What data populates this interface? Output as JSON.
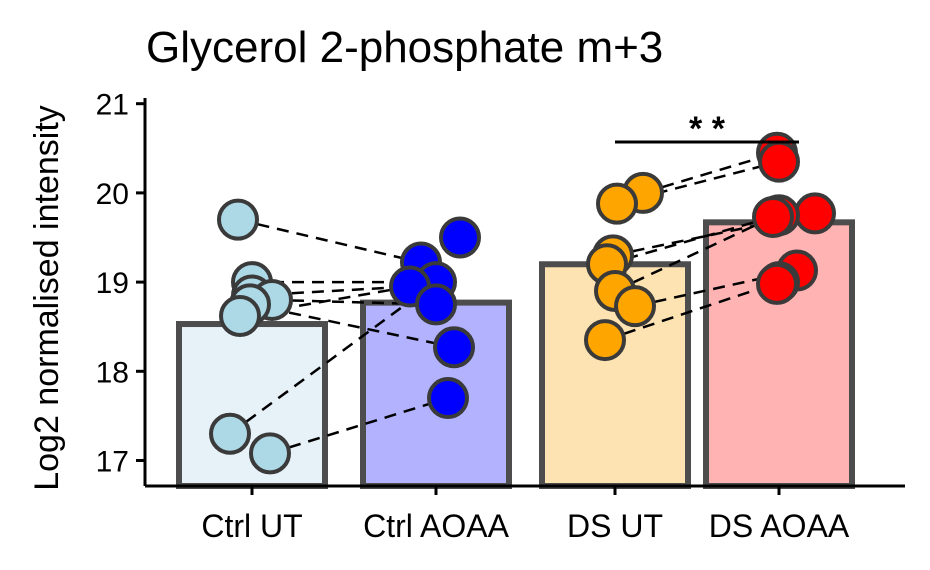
{
  "chart_data": {
    "type": "bar",
    "title": "Glycerol 2-phosphate m+3",
    "ylabel": "Log2 normalised intensity",
    "xlabel": "",
    "ylim": [
      16.7,
      21.05
    ],
    "yticks": [
      17,
      18,
      19,
      20,
      21
    ],
    "categories": [
      "Ctrl UT",
      "Ctrl AOAA",
      "DS UT",
      "DS AOAA"
    ],
    "values": [
      18.53,
      18.77,
      19.2,
      19.67
    ],
    "bar_fill": [
      "#e6f1f8",
      "#b2b2ff",
      "#fde2b2",
      "#ffb3b3"
    ],
    "point_fill": [
      "#add8e6",
      "#0000ff",
      "#ffa500",
      "#ff0000"
    ],
    "points": [
      [
        19.7,
        19.0,
        18.85,
        18.8,
        18.75,
        18.62,
        17.3,
        17.08
      ],
      [
        19.5,
        19.22,
        19.0,
        18.95,
        18.75,
        18.27,
        17.7
      ],
      [
        20.0,
        19.88,
        19.3,
        19.2,
        18.9,
        18.73,
        18.35
      ],
      [
        20.45,
        20.35,
        19.77,
        19.75,
        19.73,
        19.13,
        19.0,
        18.98
      ]
    ],
    "pairs": [
      [
        19.7,
        19.22
      ],
      [
        19.0,
        18.95
      ],
      [
        18.85,
        19.0
      ],
      [
        18.8,
        18.75
      ],
      [
        18.75,
        18.27
      ],
      [
        18.62,
        18.95
      ],
      [
        17.3,
        19.0
      ],
      [
        17.08,
        17.7
      ],
      [
        20.0,
        20.45
      ],
      [
        19.88,
        20.35
      ],
      [
        19.3,
        19.77
      ],
      [
        19.2,
        19.75
      ],
      [
        18.9,
        19.73
      ],
      [
        18.73,
        19.13
      ],
      [
        18.35,
        19.0
      ]
    ],
    "significance": {
      "from": "DS UT",
      "to": "DS AOAA",
      "y": 20.57,
      "label": "* *"
    },
    "grid": false,
    "legend": "none"
  }
}
